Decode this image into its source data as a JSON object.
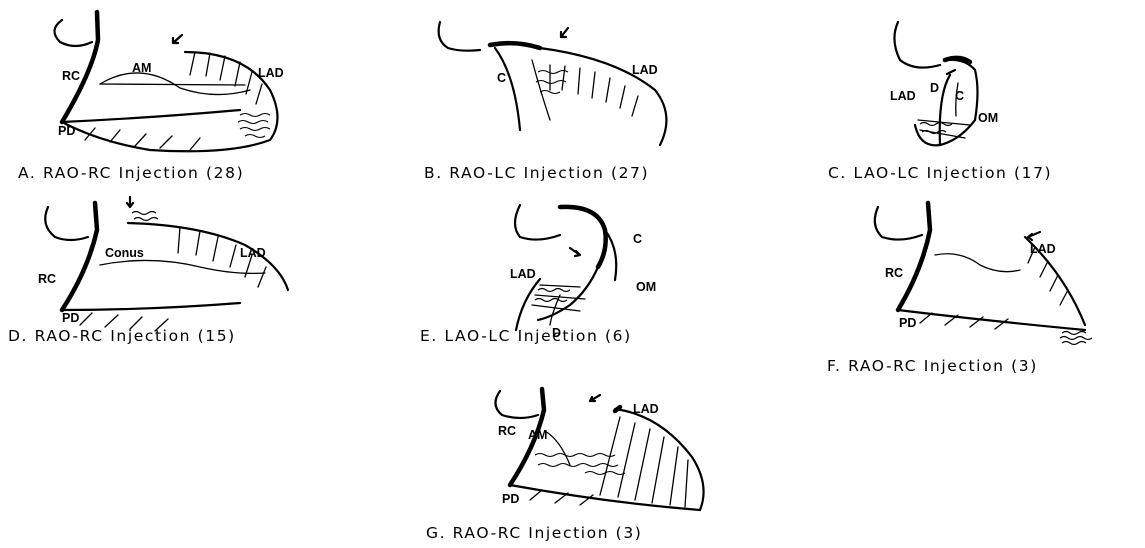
{
  "panels": [
    {
      "caption": "A. RAO-RC Injection (28)",
      "labels": [
        "RC",
        "AM",
        "LAD",
        "PD"
      ]
    },
    {
      "caption": "B. RAO-LC Injection (27)",
      "labels": [
        "C",
        "LAD"
      ]
    },
    {
      "caption": "C. LAO-LC Injection (17)",
      "labels": [
        "LAD",
        "D",
        "C",
        "OM"
      ]
    },
    {
      "caption": "D. RAO-RC Injection (15)",
      "labels": [
        "Conus",
        "LAD",
        "RC",
        "PD"
      ]
    },
    {
      "caption": "E. LAO-LC Injection (6)",
      "labels": [
        "C",
        "LAD",
        "OM",
        "D"
      ]
    },
    {
      "caption": "F. RAO-RC Injection (3)",
      "labels": [
        "LAD",
        "RC",
        "PD"
      ]
    },
    {
      "caption": "G. RAO-RC Injection (3)",
      "labels": [
        "LAD",
        "RC",
        "AM",
        "PD"
      ]
    }
  ]
}
